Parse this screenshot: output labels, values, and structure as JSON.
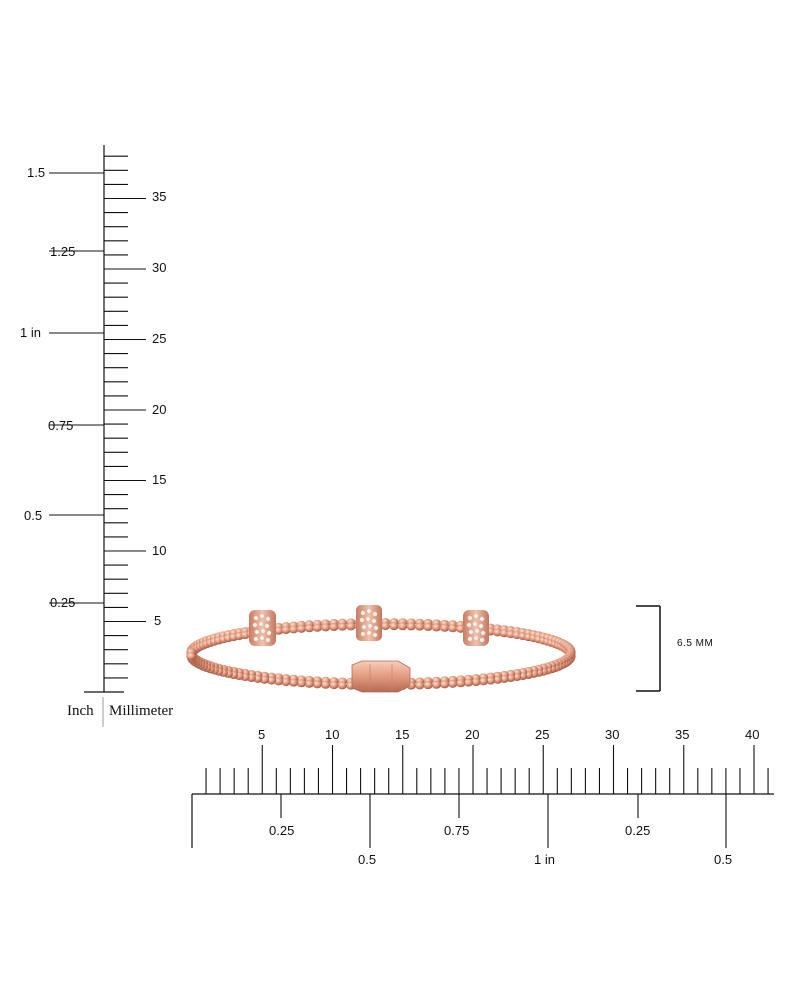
{
  "vertical_ruler": {
    "inch_labels": [
      "1.5",
      "1.25",
      "1 in",
      "0.75",
      "0.5",
      "0.25"
    ],
    "mm_labels": [
      "35",
      "30",
      "25",
      "20",
      "15",
      "10",
      "5"
    ],
    "axis_labels": {
      "inch": "Inch",
      "mm": "Millimeter"
    }
  },
  "horizontal_ruler": {
    "mm_labels": [
      "5",
      "10",
      "15",
      "20",
      "25",
      "30",
      "35",
      "40"
    ],
    "inch_labels": [
      "0.25",
      "0.5",
      "0.75",
      "1 in",
      "0.25",
      "0.5"
    ]
  },
  "dimension": {
    "label": "6.5  MM"
  },
  "colors": {
    "line": "#111111",
    "gold_light": "#f3c0a8",
    "gold_mid": "#d9876a",
    "gold_dark": "#9a4e3a"
  }
}
